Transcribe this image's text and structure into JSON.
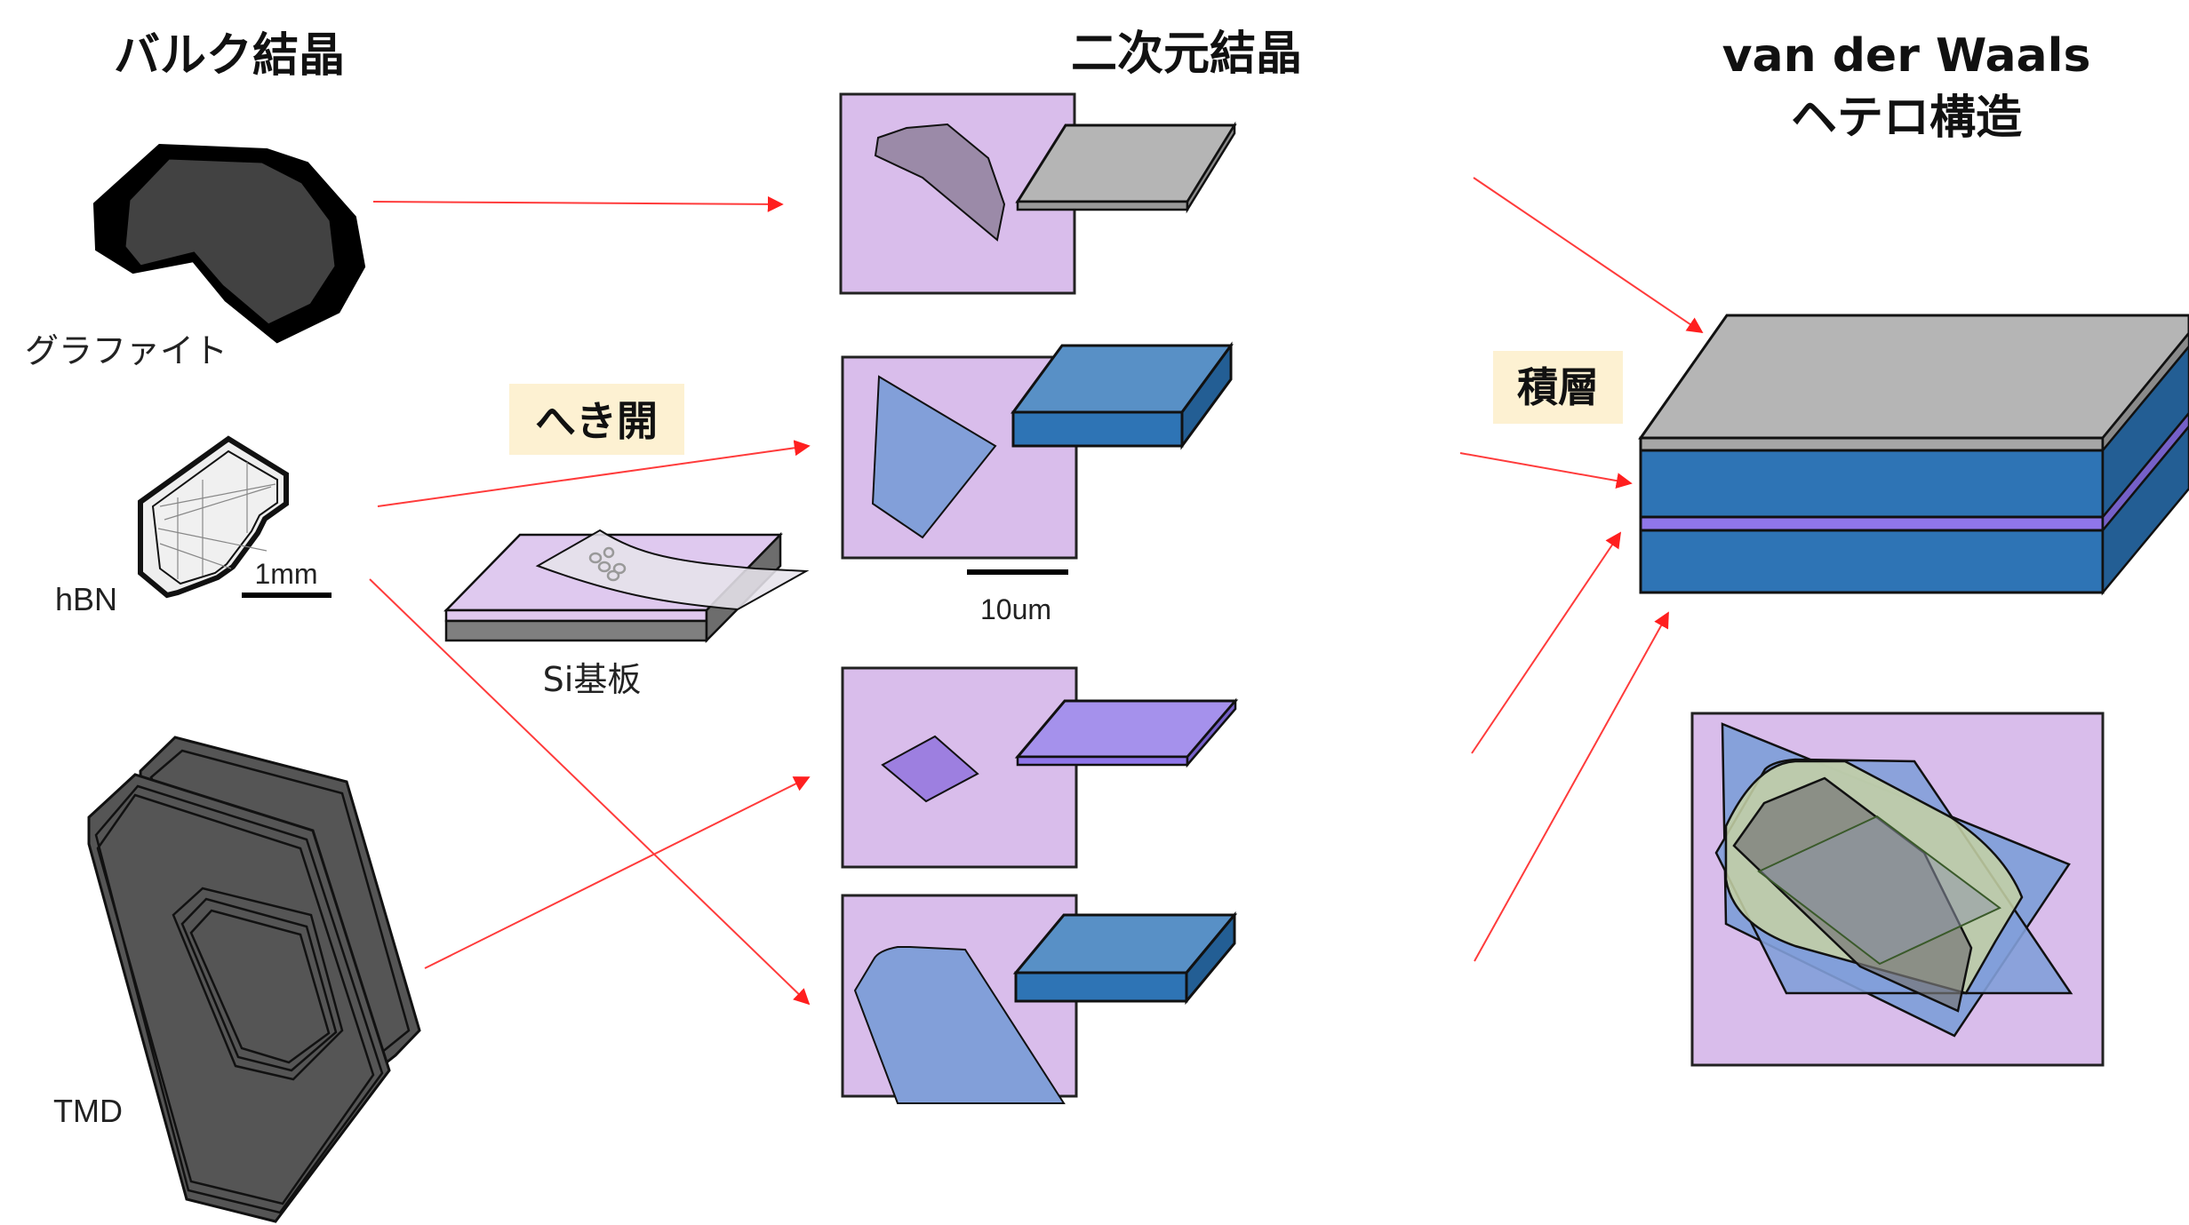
{
  "titles": {
    "bulk": "バルク結晶",
    "two_d": "二次元結晶",
    "vdw_line1": "van der Waals",
    "vdw_line2": "ヘテロ構造"
  },
  "bulk_crystals": [
    {
      "id": "graphite",
      "label": "グラファイト"
    },
    {
      "id": "hbn",
      "label": "hBN"
    },
    {
      "id": "tmd",
      "label": "TMD"
    }
  ],
  "scale_bars": {
    "bulk": "1mm",
    "flake": "10um"
  },
  "process_labels": {
    "exfoliation": "へき開",
    "stacking": "積層"
  },
  "substrate_label": "Si基板",
  "colors": {
    "arrow": "#ff3b3b",
    "substrate": "#d9bfeb",
    "graphene": "#b5b5b5",
    "hbn_blue": "#2e74b5",
    "hbn_flake": "#829fd9",
    "tmd_purple": "#a591ec",
    "graphite_flake": "#9b8aa8",
    "label_bg": "#fdf1d2"
  },
  "stack_layers": [
    "graphene",
    "hBN",
    "TMD",
    "hBN"
  ]
}
